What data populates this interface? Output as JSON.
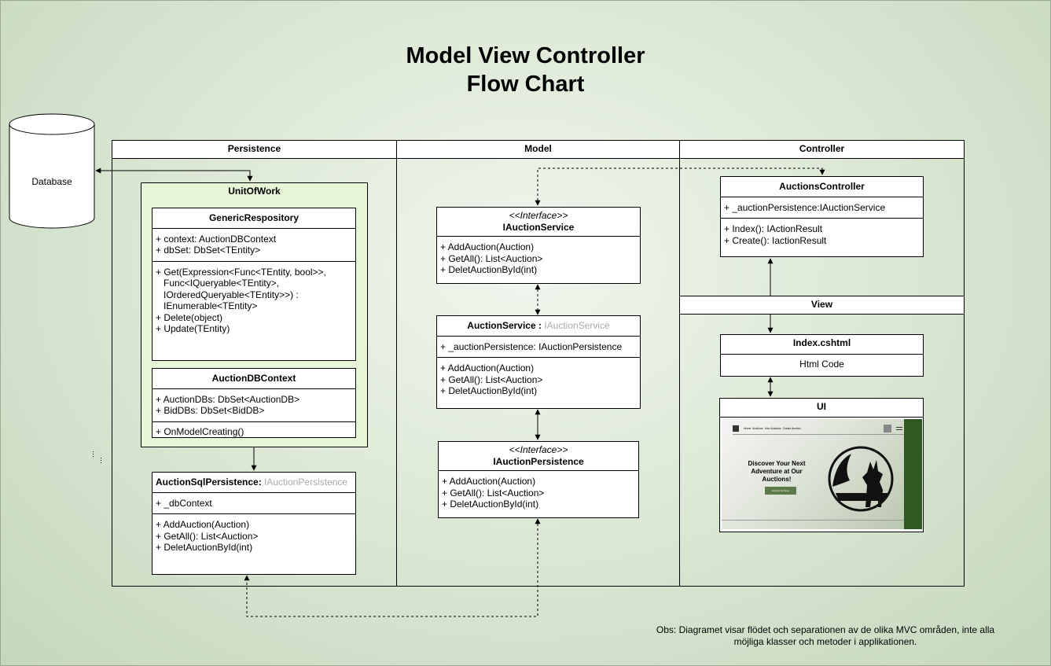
{
  "title": {
    "line1": "Model View Controller",
    "line2": "Flow Chart"
  },
  "database": {
    "label": "Database"
  },
  "lanes": {
    "persistence": "Persistence",
    "model": "Model",
    "controller": "Controller",
    "view": "View"
  },
  "unit_of_work": {
    "title": "UnitOfWork"
  },
  "generic_repository": {
    "title": "GenericRespository",
    "fields": "+ context: AuctionDBContext\n+ dbSet: DbSet<TEntity>",
    "methods": "+ Get(Expression<Func<TEntity, bool>>,\n   Func<IQueryable<TEntity>,\n   IOrderedQueryable<TEntity>>) :\n   IEnumerable<TEntity>\n+ Delete(object)\n+ Update(TEntity)"
  },
  "auction_db_context": {
    "title": "AuctionDBContext",
    "fields": "+ AuctionDBs: DbSet<AuctionDB>\n+ BidDBs: DbSet<BidDB>",
    "methods": "+ OnModelCreating()"
  },
  "auction_sql_persistence": {
    "title": "AuctionSqlPersistence:",
    "implements": "IAuctionPersistence",
    "fields": "+ _dbContext",
    "methods": "+ AddAuction(Auction)\n+ GetAll(): List<Auction>\n+ DeletAuctionById(int)"
  },
  "iauction_service": {
    "stereotype": "<<Interface>>",
    "title": "IAuctionService",
    "methods": "+ AddAuction(Auction)\n+ GetAll(): List<Auction>\n+ DeletAuctionById(int)"
  },
  "auction_service": {
    "title": "AuctionService :",
    "implements": "IAuctionService",
    "fields": "+ _auctionPersistence: IAuctionPersistence",
    "methods": "+ AddAuction(Auction)\n+ GetAll(): List<Auction>\n+ DeletAuctionById(int)"
  },
  "iauction_persistence": {
    "stereotype": "<<Interface>>",
    "title": "IAuctionPersistence",
    "methods": "+ AddAuction(Auction)\n+ GetAll(): List<Auction>\n+ DeletAuctionById(int)"
  },
  "auctions_controller": {
    "title": "AuctionsController",
    "fields": "+ _auctionPersistence:IAuctionService",
    "methods": "+ Index(): IActionResult\n+ Create(): IactionResult"
  },
  "index_cshtml": {
    "title": "Index.cshtml",
    "body": "Html Code"
  },
  "ui": {
    "title": "UI",
    "mock_heading": "Discover Your Next Adventure at Our Auctions!",
    "mock_nav": [
      "Home",
      "Auctions",
      "Your Auctions",
      "Create Auction"
    ],
    "mock_button": "Explore Auctions"
  },
  "note": {
    "line1": "Obs: Diagramet visar flödet och separationen av de olika MVC områden, inte alla",
    "line2": "möjliga klasser och metoder i applikationen."
  },
  "colors": {
    "unit_of_work_fill": "#e7f5d8",
    "background": "#dde9d6",
    "interface_grey": "#aaaaaa"
  }
}
